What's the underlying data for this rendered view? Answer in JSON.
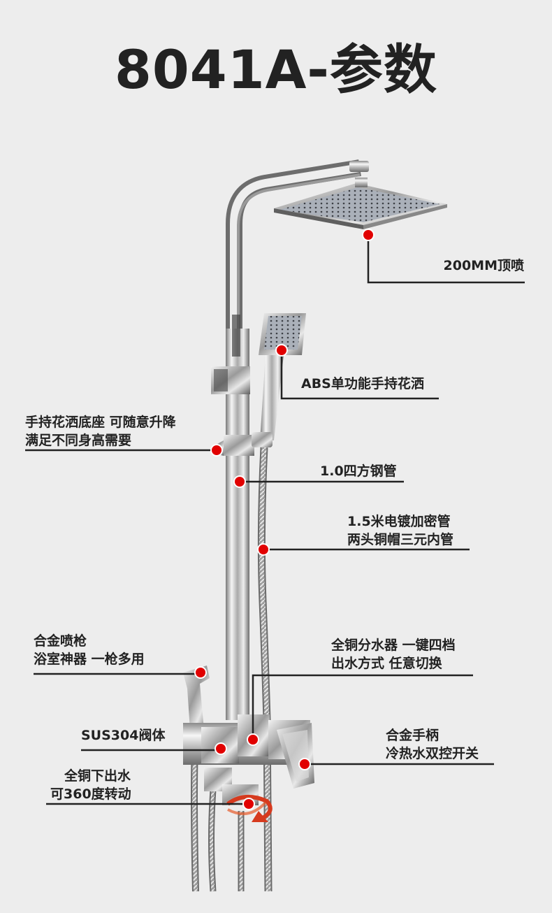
{
  "title": "8041A-参数",
  "colors": {
    "background": "#ededed",
    "callout_dot": "#e10000",
    "callout_line": "#222222"
  },
  "callouts": {
    "top_spray": {
      "lines": [
        "200MM顶喷"
      ]
    },
    "hand_shower": {
      "lines": [
        "ABS单功能手持花洒"
      ]
    },
    "shower_holder": {
      "lines": [
        "手持花洒底座  可随意升降",
        "满足不同身高需要"
      ]
    },
    "pipe": {
      "lines": [
        "1.0四方钢管"
      ]
    },
    "hose": {
      "lines": [
        "1.5米电镀加密管",
        "两头铜帽三元内管"
      ]
    },
    "spray_gun": {
      "lines": [
        "合金喷枪",
        "浴室神器  一枪多用"
      ]
    },
    "diverter": {
      "lines": [
        "全铜分水器  一键四档",
        "出水方式  任意切换"
      ]
    },
    "valve_body": {
      "lines": [
        "SUS304阀体"
      ]
    },
    "handle": {
      "lines": [
        "合金手柄",
        "冷热水双控开关"
      ]
    },
    "spout": {
      "lines": [
        "全铜下出水",
        "可360度转动"
      ]
    }
  }
}
